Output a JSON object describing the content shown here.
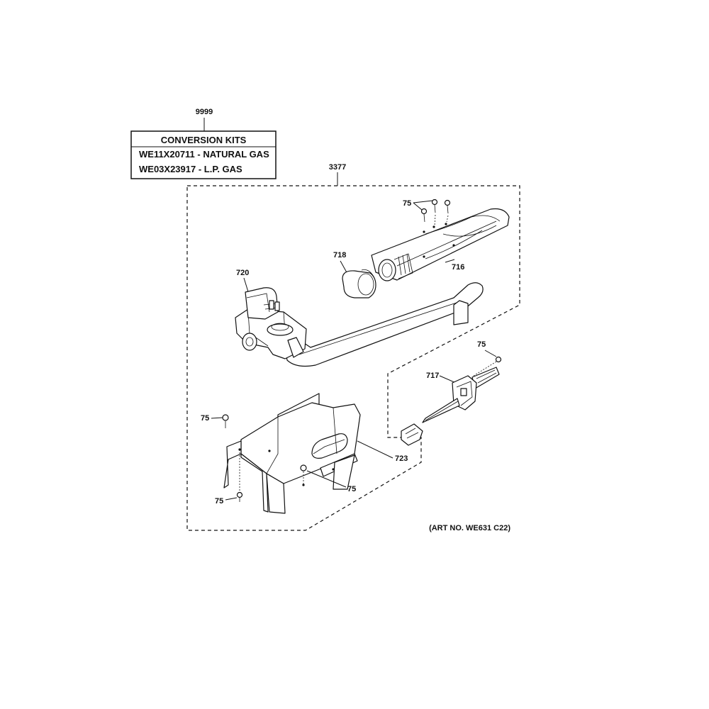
{
  "kit": {
    "ref": "9999",
    "header": "CONVERSION KITS",
    "natural_gas": "WE11X20711 - NATURAL GAS",
    "lp_gas": "WE03X23917 - L.P. GAS"
  },
  "callouts": {
    "assembly": "3377",
    "screw": "75",
    "burner_tube": "716",
    "igniter": "717",
    "shutter": "718",
    "valve": "720",
    "bracket": "723"
  },
  "art_no": "(ART NO. WE631 C22)"
}
